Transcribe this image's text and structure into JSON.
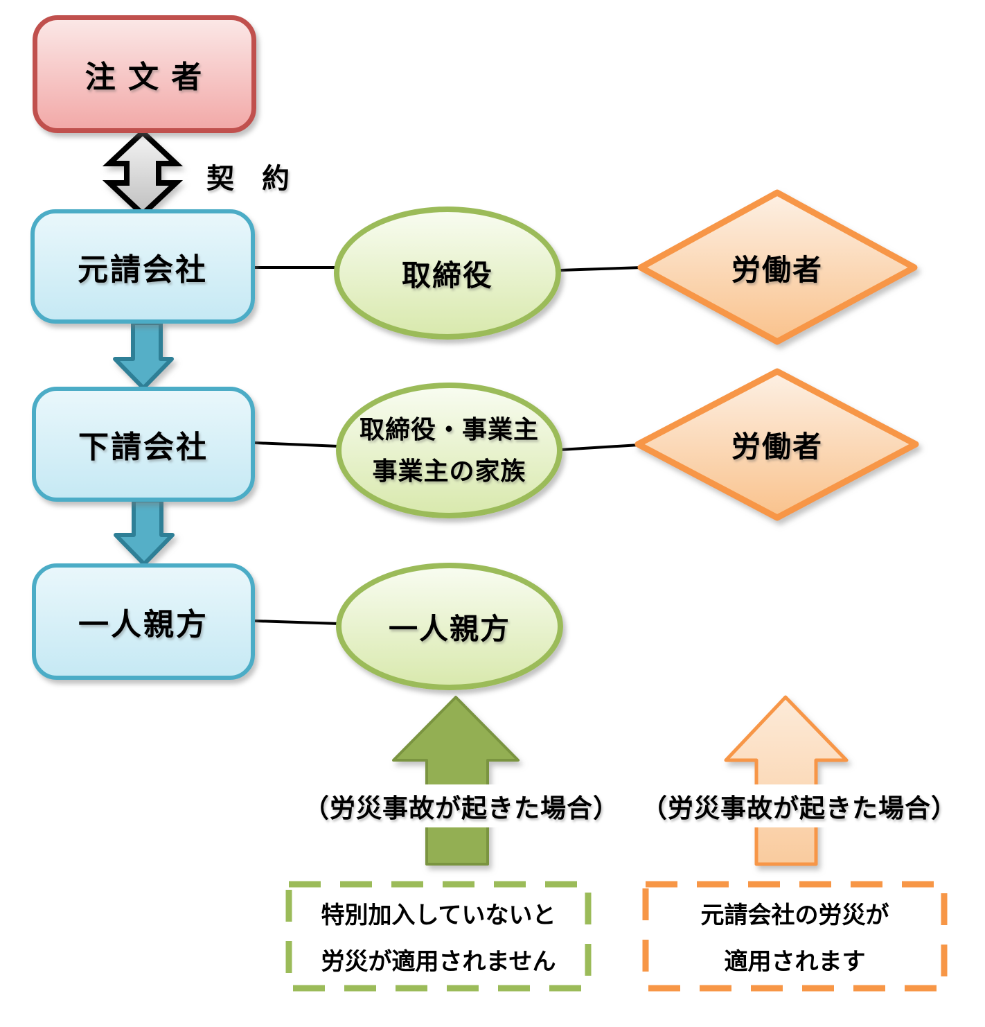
{
  "palette": {
    "red_border": "#C0504D",
    "red_fill_top": "#FBE7E6",
    "red_fill_bottom": "#F2A9A8",
    "blue_border": "#4BACC6",
    "blue_fill_top": "#E9F7FB",
    "blue_fill_bottom": "#C6E9F4",
    "green_border": "#9BBB59",
    "green_fill_top": "#F8FCF0",
    "green_fill_bottom": "#D9E9AE",
    "orange_border": "#F79646",
    "orange_fill_top": "#FDF0E4",
    "orange_fill_bottom": "#F9C28C",
    "teal_arrow_fill": "#55AFC7",
    "teal_arrow_border": "#2E7F96",
    "green_arrow_fill": "#93AF52",
    "green_arrow_border": "#7A9440",
    "gray_arrow_fill": "#D9D9D9",
    "connector_color": "#000000"
  },
  "flow": {
    "orderer_label": "注 文 者",
    "contract_label": "契　約",
    "rows": [
      {
        "company": "元請会社",
        "insiders": [
          "取締役"
        ],
        "worker": "労働者"
      },
      {
        "company": "下請会社",
        "insiders": [
          "取締役・事業主",
          "事業主の家族"
        ],
        "worker": "労働者"
      },
      {
        "company": "一人親方",
        "insiders": [
          "一人親方"
        ]
      }
    ],
    "accident_caption_left": "（労災事故が起きた場合）",
    "accident_caption_right": "（労災事故が起きた場合）",
    "note_left_lines": [
      "特別加入していないと",
      "労災が適用されません"
    ],
    "note_right_lines": [
      "元請会社の労災が",
      "適用されます"
    ]
  }
}
